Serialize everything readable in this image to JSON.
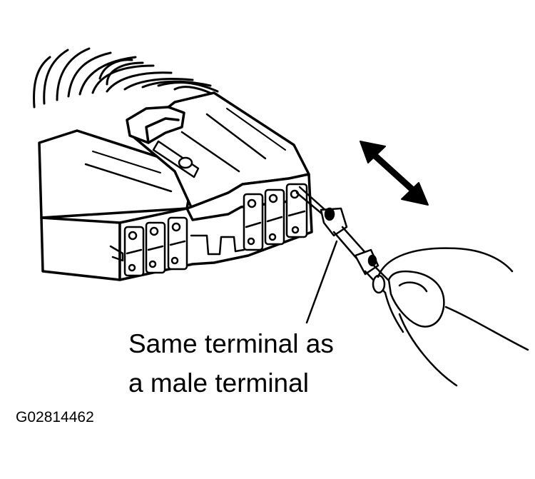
{
  "callout": {
    "line1": "Same terminal as",
    "line2": "a male terminal"
  },
  "figure_id": "G02814462",
  "colors": {
    "ink": "#000000",
    "paper": "#ffffff"
  },
  "icons": [
    "double-headed-arrow-icon"
  ]
}
